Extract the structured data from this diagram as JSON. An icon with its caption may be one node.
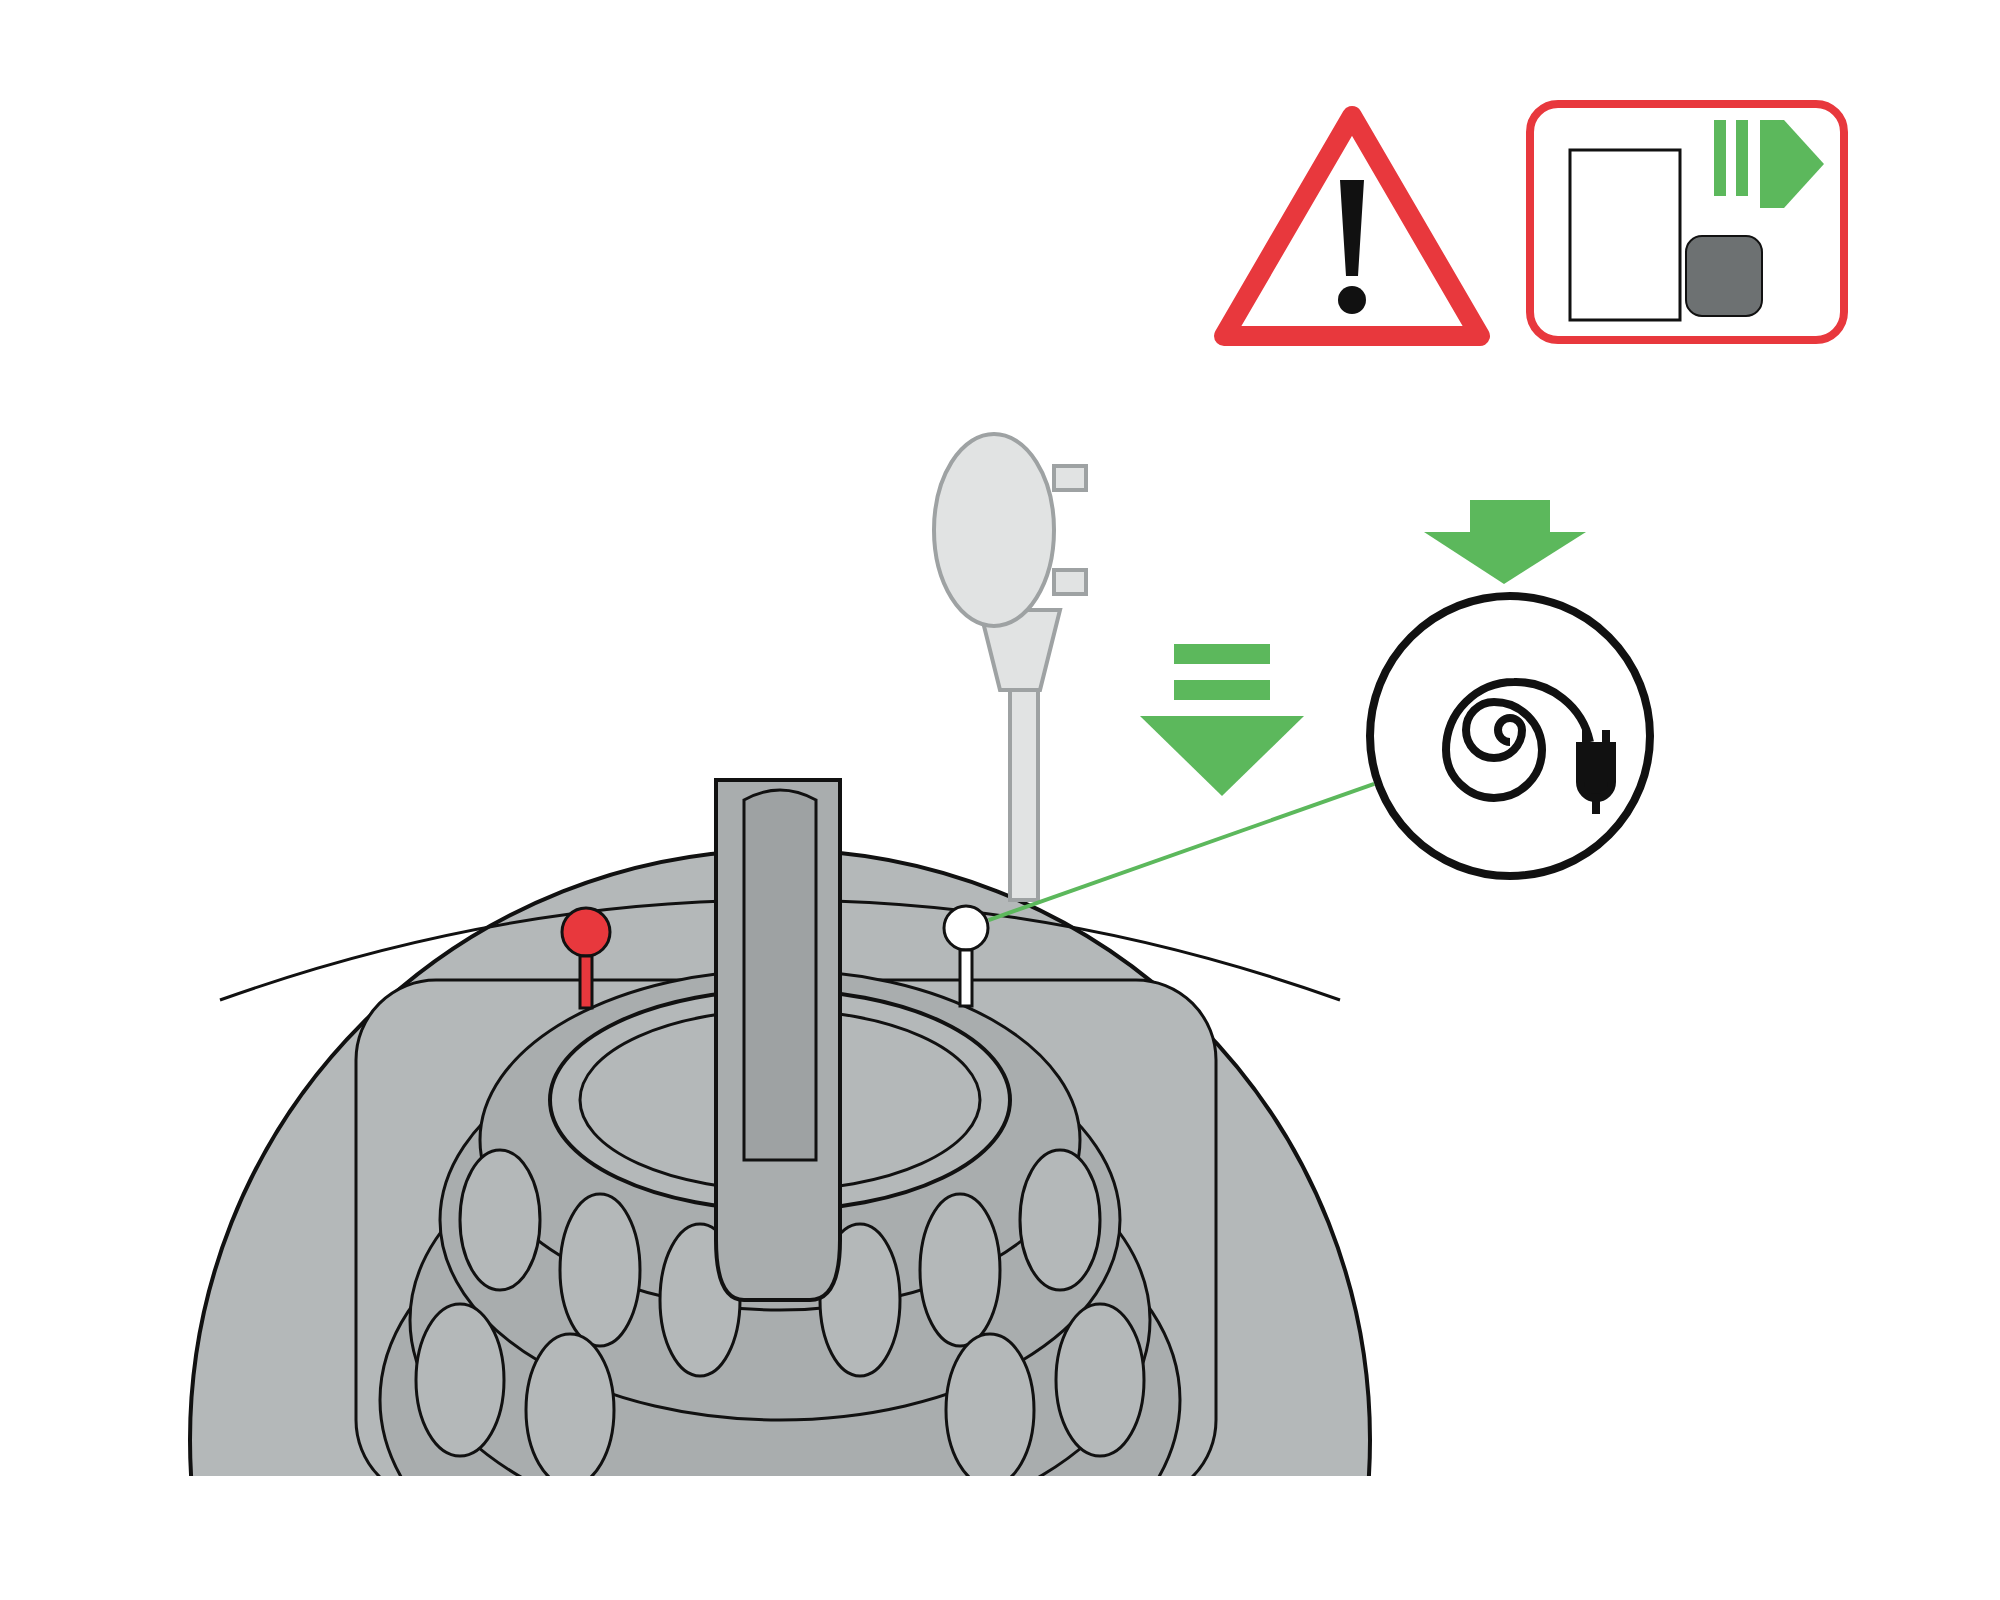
{
  "diagram": {
    "nodes": [
      {
        "text": [],
        "shape": "picture"
      },
      {
        "text": [],
        "shape": "circle"
      }
    ],
    "edges": [
      {
        "from": 1,
        "to": 0,
        "arrow": "none",
        "color": "#5cb85c"
      }
    ]
  }
}
